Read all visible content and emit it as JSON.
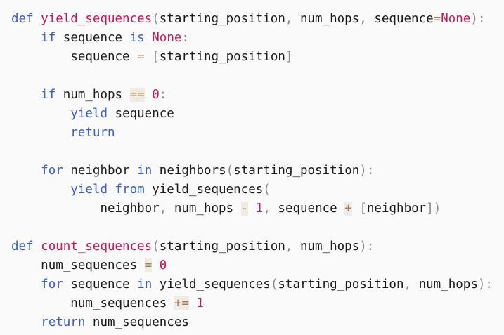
{
  "colors": {
    "background": "#fafafa",
    "keyword": "#3a5ec8",
    "function": "#c8185a",
    "constant": "#c8185a",
    "identifier": "#1a1a1a",
    "punctuation": "#8a8a8a",
    "operator": "#a67c52"
  },
  "code": {
    "lines": [
      {
        "indent": "",
        "tokens": [
          {
            "t": "kw",
            "v": "def"
          },
          {
            "t": "ws",
            "v": " "
          },
          {
            "t": "fn",
            "v": "yield_sequences"
          },
          {
            "t": "pu",
            "v": "("
          },
          {
            "t": "id",
            "v": "starting_position"
          },
          {
            "t": "pu",
            "v": ","
          },
          {
            "t": "ws",
            "v": " "
          },
          {
            "t": "id",
            "v": "num_hops"
          },
          {
            "t": "pu",
            "v": ","
          },
          {
            "t": "ws",
            "v": " "
          },
          {
            "t": "id",
            "v": "sequence"
          },
          {
            "t": "op",
            "v": "="
          },
          {
            "t": "cn",
            "v": "None"
          },
          {
            "t": "pu",
            "v": "):"
          }
        ]
      },
      {
        "indent": "    ",
        "tokens": [
          {
            "t": "kw",
            "v": "if"
          },
          {
            "t": "ws",
            "v": " "
          },
          {
            "t": "id",
            "v": "sequence"
          },
          {
            "t": "ws",
            "v": " "
          },
          {
            "t": "kw",
            "v": "is"
          },
          {
            "t": "ws",
            "v": " "
          },
          {
            "t": "cn",
            "v": "None"
          },
          {
            "t": "pu",
            "v": ":"
          }
        ]
      },
      {
        "indent": "        ",
        "tokens": [
          {
            "t": "id",
            "v": "sequence"
          },
          {
            "t": "ws",
            "v": " "
          },
          {
            "t": "op",
            "v": "="
          },
          {
            "t": "ws",
            "v": " "
          },
          {
            "t": "pu",
            "v": "["
          },
          {
            "t": "id",
            "v": "starting_position"
          },
          {
            "t": "pu",
            "v": "]"
          }
        ]
      },
      {
        "indent": "",
        "tokens": []
      },
      {
        "indent": "    ",
        "tokens": [
          {
            "t": "kw",
            "v": "if"
          },
          {
            "t": "ws",
            "v": " "
          },
          {
            "t": "id",
            "v": "num_hops"
          },
          {
            "t": "ws",
            "v": " "
          },
          {
            "t": "opbg",
            "v": "=="
          },
          {
            "t": "ws",
            "v": " "
          },
          {
            "t": "num",
            "v": "0"
          },
          {
            "t": "pu",
            "v": ":"
          }
        ]
      },
      {
        "indent": "        ",
        "tokens": [
          {
            "t": "kw",
            "v": "yield"
          },
          {
            "t": "ws",
            "v": " "
          },
          {
            "t": "id",
            "v": "sequence"
          }
        ]
      },
      {
        "indent": "        ",
        "tokens": [
          {
            "t": "kw",
            "v": "return"
          }
        ]
      },
      {
        "indent": "",
        "tokens": []
      },
      {
        "indent": "    ",
        "tokens": [
          {
            "t": "kw",
            "v": "for"
          },
          {
            "t": "ws",
            "v": " "
          },
          {
            "t": "id",
            "v": "neighbor"
          },
          {
            "t": "ws",
            "v": " "
          },
          {
            "t": "kw",
            "v": "in"
          },
          {
            "t": "ws",
            "v": " "
          },
          {
            "t": "id",
            "v": "neighbors"
          },
          {
            "t": "pu",
            "v": "("
          },
          {
            "t": "id",
            "v": "starting_position"
          },
          {
            "t": "pu",
            "v": "):"
          }
        ]
      },
      {
        "indent": "        ",
        "tokens": [
          {
            "t": "kw",
            "v": "yield"
          },
          {
            "t": "ws",
            "v": " "
          },
          {
            "t": "kw",
            "v": "from"
          },
          {
            "t": "ws",
            "v": " "
          },
          {
            "t": "id",
            "v": "yield_sequences"
          },
          {
            "t": "pu",
            "v": "("
          }
        ]
      },
      {
        "indent": "            ",
        "tokens": [
          {
            "t": "id",
            "v": "neighbor"
          },
          {
            "t": "pu",
            "v": ","
          },
          {
            "t": "ws",
            "v": " "
          },
          {
            "t": "id",
            "v": "num_hops"
          },
          {
            "t": "ws",
            "v": " "
          },
          {
            "t": "opbg",
            "v": "-"
          },
          {
            "t": "ws",
            "v": " "
          },
          {
            "t": "num",
            "v": "1"
          },
          {
            "t": "pu",
            "v": ","
          },
          {
            "t": "ws",
            "v": " "
          },
          {
            "t": "id",
            "v": "sequence"
          },
          {
            "t": "ws",
            "v": " "
          },
          {
            "t": "opbg",
            "v": "+"
          },
          {
            "t": "ws",
            "v": " "
          },
          {
            "t": "pu",
            "v": "["
          },
          {
            "t": "id",
            "v": "neighbor"
          },
          {
            "t": "pu",
            "v": "])"
          }
        ]
      },
      {
        "indent": "",
        "tokens": []
      },
      {
        "indent": "",
        "tokens": [
          {
            "t": "kw",
            "v": "def"
          },
          {
            "t": "ws",
            "v": " "
          },
          {
            "t": "fn",
            "v": "count_sequences"
          },
          {
            "t": "pu",
            "v": "("
          },
          {
            "t": "id",
            "v": "starting_position"
          },
          {
            "t": "pu",
            "v": ","
          },
          {
            "t": "ws",
            "v": " "
          },
          {
            "t": "id",
            "v": "num_hops"
          },
          {
            "t": "pu",
            "v": "):"
          }
        ]
      },
      {
        "indent": "    ",
        "tokens": [
          {
            "t": "id",
            "v": "num_sequences"
          },
          {
            "t": "ws",
            "v": " "
          },
          {
            "t": "opbg",
            "v": "="
          },
          {
            "t": "ws",
            "v": " "
          },
          {
            "t": "num",
            "v": "0"
          }
        ]
      },
      {
        "indent": "    ",
        "tokens": [
          {
            "t": "kw",
            "v": "for"
          },
          {
            "t": "ws",
            "v": " "
          },
          {
            "t": "id",
            "v": "sequence"
          },
          {
            "t": "ws",
            "v": " "
          },
          {
            "t": "kw",
            "v": "in"
          },
          {
            "t": "ws",
            "v": " "
          },
          {
            "t": "id",
            "v": "yield_sequences"
          },
          {
            "t": "pu",
            "v": "("
          },
          {
            "t": "id",
            "v": "starting_position"
          },
          {
            "t": "pu",
            "v": ","
          },
          {
            "t": "ws",
            "v": " "
          },
          {
            "t": "id",
            "v": "num_hops"
          },
          {
            "t": "pu",
            "v": "):"
          }
        ]
      },
      {
        "indent": "        ",
        "tokens": [
          {
            "t": "id",
            "v": "num_sequences"
          },
          {
            "t": "ws",
            "v": " "
          },
          {
            "t": "opbg",
            "v": "+="
          },
          {
            "t": "ws",
            "v": " "
          },
          {
            "t": "num",
            "v": "1"
          }
        ]
      },
      {
        "indent": "    ",
        "tokens": [
          {
            "t": "kw",
            "v": "return"
          },
          {
            "t": "ws",
            "v": " "
          },
          {
            "t": "id",
            "v": "num_sequences"
          }
        ]
      }
    ]
  }
}
